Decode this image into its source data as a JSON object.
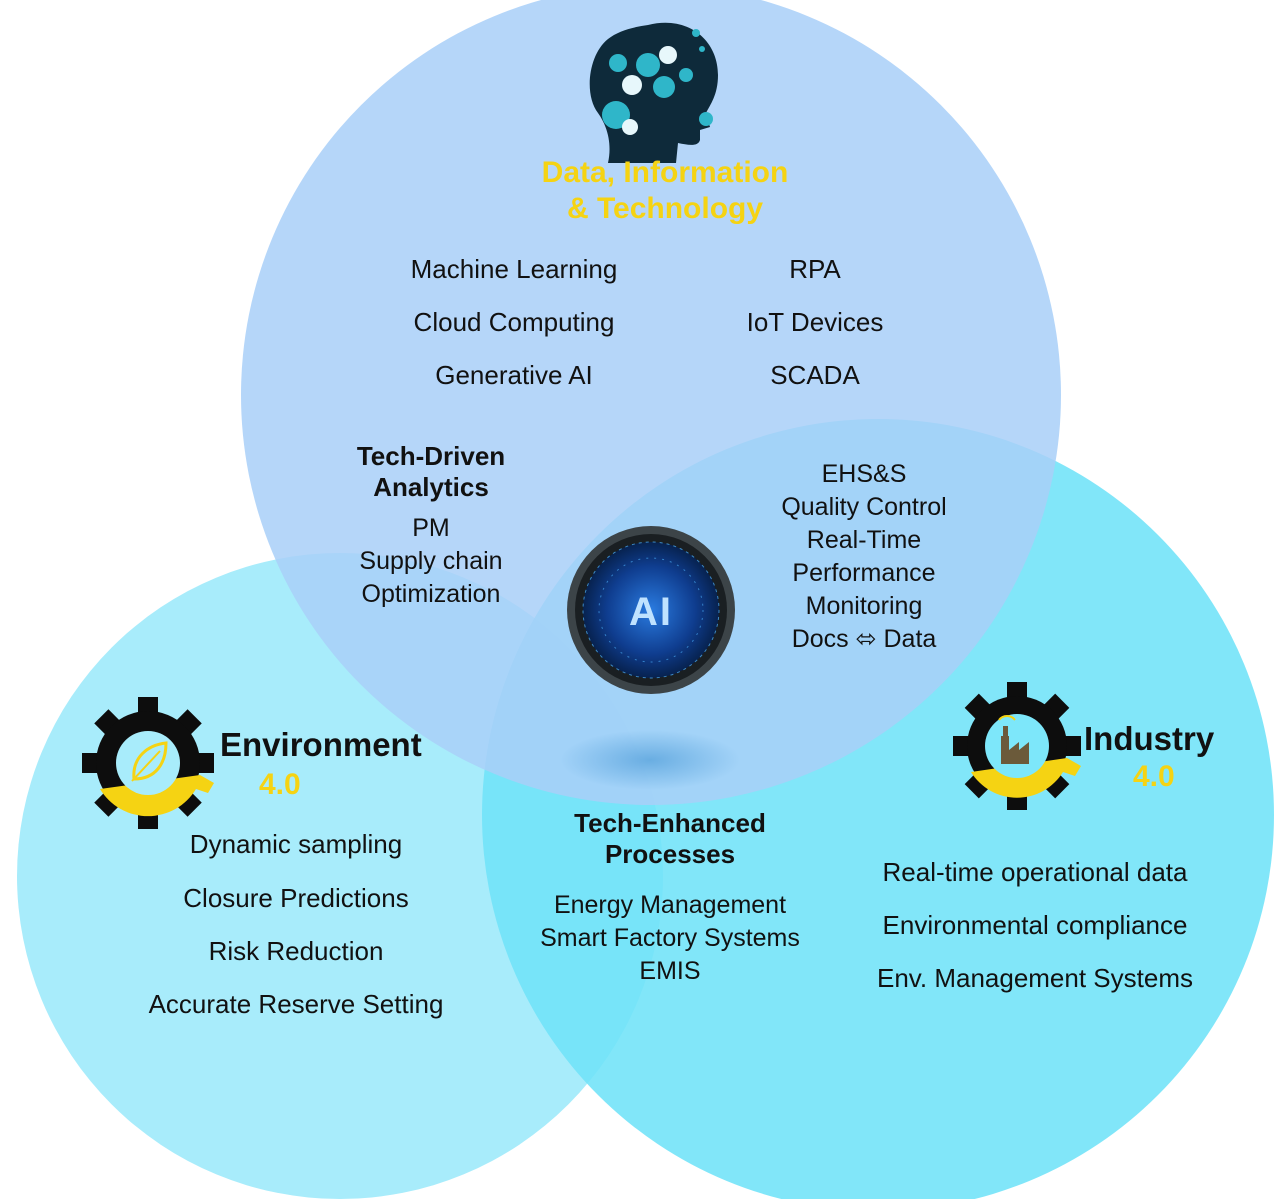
{
  "colors": {
    "top_circle": "#a9cff8",
    "left_circle": "#a8ecfb",
    "right_circle": "#7de7fa",
    "accent_yellow": "#f5d313",
    "gear_black": "#0d0d0d",
    "ai_blue": "#1a4fb0"
  },
  "top": {
    "title_line1": "Data, Information",
    "title_line2": "& Technology",
    "left_items": [
      "Machine Learning",
      "Cloud Computing",
      "Generative AI"
    ],
    "right_items": [
      "RPA",
      "IoT Devices",
      "SCADA"
    ]
  },
  "overlap_top_left": {
    "title_line1": "Tech-Driven",
    "title_line2": "Analytics",
    "items": [
      "PM",
      "Supply chain",
      "Optimization"
    ]
  },
  "overlap_top_right": {
    "items": [
      "EHS&S",
      "Quality Control",
      "Real-Time",
      "Performance",
      "Monitoring",
      "Docs ⬄ Data"
    ]
  },
  "center": {
    "badge": "AI"
  },
  "left": {
    "title": "Environment",
    "version": "4.0",
    "items": [
      "Dynamic sampling",
      "Closure Predictions",
      "Risk Reduction",
      "Accurate Reserve Setting"
    ]
  },
  "overlap_left_right": {
    "title_line1": "Tech-Enhanced",
    "title_line2": "Processes",
    "items": [
      "Energy Management",
      "Smart Factory Systems",
      "EMIS"
    ]
  },
  "right": {
    "title": "Industry",
    "version": "4.0",
    "items": [
      "Real-time operational data",
      "Environmental compliance",
      "Env. Management Systems"
    ]
  },
  "icons": {
    "top": "head-gears-icon",
    "left": "gear-leaf-icon",
    "right": "gear-factory-icon",
    "center": "ai-chip-icon"
  }
}
